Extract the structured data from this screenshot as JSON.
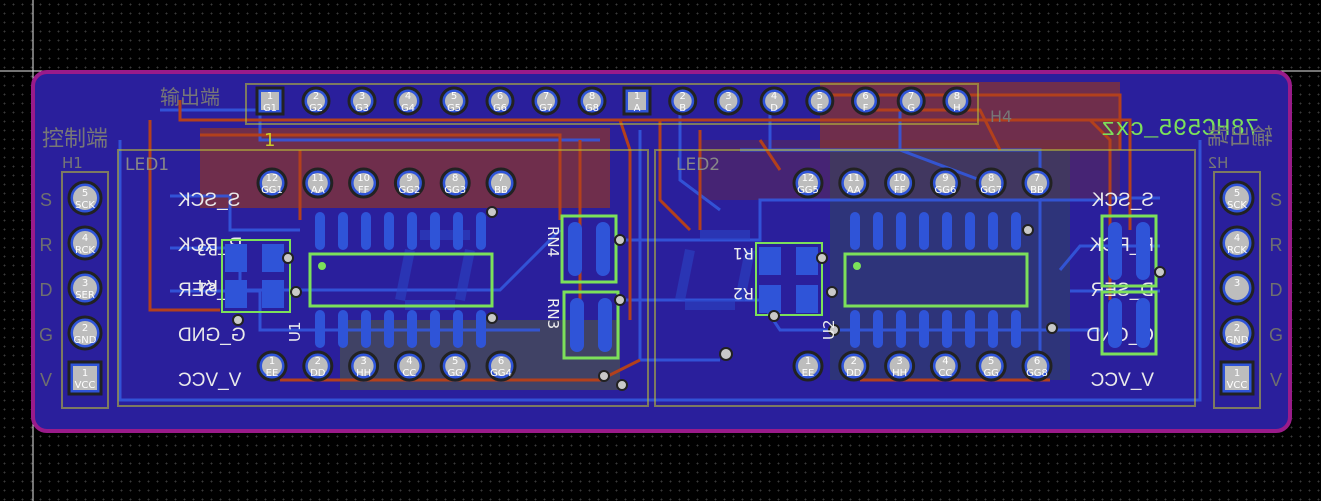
{
  "board": {
    "title_mirrored": "78HC595_cxz",
    "left_header": {
      "silk": "H1",
      "zone_label": "控制端",
      "pins": [
        {
          "num": "5",
          "name": "SCK",
          "net": "S_SCK",
          "letter": "S"
        },
        {
          "num": "4",
          "name": "RCK",
          "net": "R_RCK",
          "letter": "R"
        },
        {
          "num": "3",
          "name": "SER",
          "net": "D_SER",
          "letter": "D"
        },
        {
          "num": "2",
          "name": "GND",
          "net": "G_GND",
          "letter": "G"
        },
        {
          "num": "1",
          "name": "VCC",
          "net": "V_VCC",
          "letter": "V"
        }
      ]
    },
    "right_header": {
      "silk": "H2",
      "zone_label": "输出端",
      "pins": [
        {
          "num": "5",
          "name": "SCK",
          "net": "S_SCK",
          "letter": "S"
        },
        {
          "num": "4",
          "name": "RCK",
          "net": "R_RCK",
          "letter": "R"
        },
        {
          "num": "3",
          "name": "",
          "net": "D_SER",
          "letter": "D"
        },
        {
          "num": "2",
          "name": "GND",
          "net": "G_GND",
          "letter": "G"
        },
        {
          "num": "1",
          "name": "VCC",
          "net": "V_VCC",
          "letter": "V"
        }
      ]
    },
    "top_header": {
      "silk_left": "输出端",
      "silk_right": "H4",
      "marker": "1",
      "pins_left": [
        {
          "num": "1",
          "name": "G1"
        },
        {
          "num": "2",
          "name": "G2"
        },
        {
          "num": "3",
          "name": "G3"
        },
        {
          "num": "4",
          "name": "G4"
        },
        {
          "num": "5",
          "name": "G5"
        },
        {
          "num": "6",
          "name": "G6"
        },
        {
          "num": "7",
          "name": "G7"
        },
        {
          "num": "8",
          "name": "G8"
        }
      ],
      "pins_right": [
        {
          "num": "1",
          "name": "A"
        },
        {
          "num": "2",
          "name": "B"
        },
        {
          "num": "3",
          "name": "C"
        },
        {
          "num": "4",
          "name": "D"
        },
        {
          "num": "5",
          "name": "E"
        },
        {
          "num": "6",
          "name": "F"
        },
        {
          "num": "7",
          "name": "G"
        },
        {
          "num": "8",
          "name": "H"
        }
      ]
    },
    "led1": {
      "silk": "LED1",
      "top_pins": [
        {
          "num": "12",
          "name": "GG1"
        },
        {
          "num": "11",
          "name": "AA"
        },
        {
          "num": "10",
          "name": "FF"
        },
        {
          "num": "9",
          "name": "GG2"
        },
        {
          "num": "8",
          "name": "GG3"
        },
        {
          "num": "7",
          "name": "BB"
        }
      ],
      "bottom_pins": [
        {
          "num": "1",
          "name": "EE"
        },
        {
          "num": "2",
          "name": "DD"
        },
        {
          "num": "3",
          "name": "HH"
        },
        {
          "num": "4",
          "name": "CC"
        },
        {
          "num": "5",
          "name": "GG"
        },
        {
          "num": "6",
          "name": "GG4"
        }
      ]
    },
    "led2": {
      "silk": "LED2",
      "top_pins": [
        {
          "num": "12",
          "name": "GG5"
        },
        {
          "num": "11",
          "name": "AA"
        },
        {
          "num": "10",
          "name": "FF"
        },
        {
          "num": "9",
          "name": "GG6"
        },
        {
          "num": "8",
          "name": "GG7"
        },
        {
          "num": "7",
          "name": "BB"
        }
      ],
      "bottom_pins": [
        {
          "num": "1",
          "name": "EE"
        },
        {
          "num": "2",
          "name": "DD"
        },
        {
          "num": "3",
          "name": "HH"
        },
        {
          "num": "4",
          "name": "CC"
        },
        {
          "num": "5",
          "name": "GG"
        },
        {
          "num": "6",
          "name": "GG8"
        }
      ]
    },
    "refs": {
      "r3": "R3",
      "r4": "R4",
      "r1": "R1",
      "r2": "R2",
      "rn4": "RN4",
      "rn3": "RN3",
      "u1": "U1",
      "u2": "U2"
    },
    "colors": {
      "board_fill": "#2a1f9c",
      "board_outline": "#9a1b8a",
      "copper_top": "#a33b1a",
      "copper_bottom": "#2f54d8",
      "silk": "#c9cc2a",
      "silk_component": "#7ce05a",
      "pad": "#b8b8b8"
    }
  }
}
